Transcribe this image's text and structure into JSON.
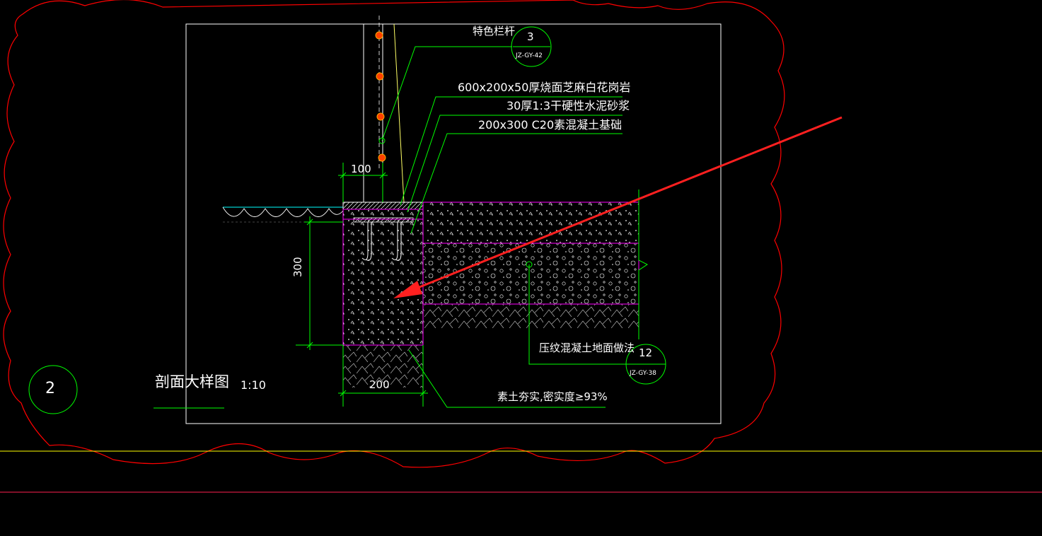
{
  "drawing": {
    "title": "剖面大样图",
    "scale": "1:10",
    "detail_number": "2"
  },
  "callouts": {
    "railing": {
      "label": "特色栏杆",
      "ref_number": "3",
      "ref_sheet": "JZ-GY-42"
    },
    "layer_granite": "600x200x50厚烧面芝麻白花岗岩",
    "layer_mortar": "30厚1:3干硬性水泥砂浆",
    "layer_foundation": "200x300  C20素混凝土基础",
    "paving": {
      "label": "压纹混凝土地面做法",
      "ref_number": "12",
      "ref_sheet": "JZ-GY-38"
    },
    "soil": "素土夯实,密实度≥93%"
  },
  "dimensions": {
    "top_width": "100",
    "depth": "300",
    "bottom_width": "200"
  },
  "colors": {
    "background": "#000000",
    "revision_cloud": "#ff0000",
    "leaders": "#00ff00",
    "hatch": "#ff00ff",
    "text": "#ffffff",
    "markup_arrow": "#ff2020",
    "guide_line": "#ffff00"
  }
}
